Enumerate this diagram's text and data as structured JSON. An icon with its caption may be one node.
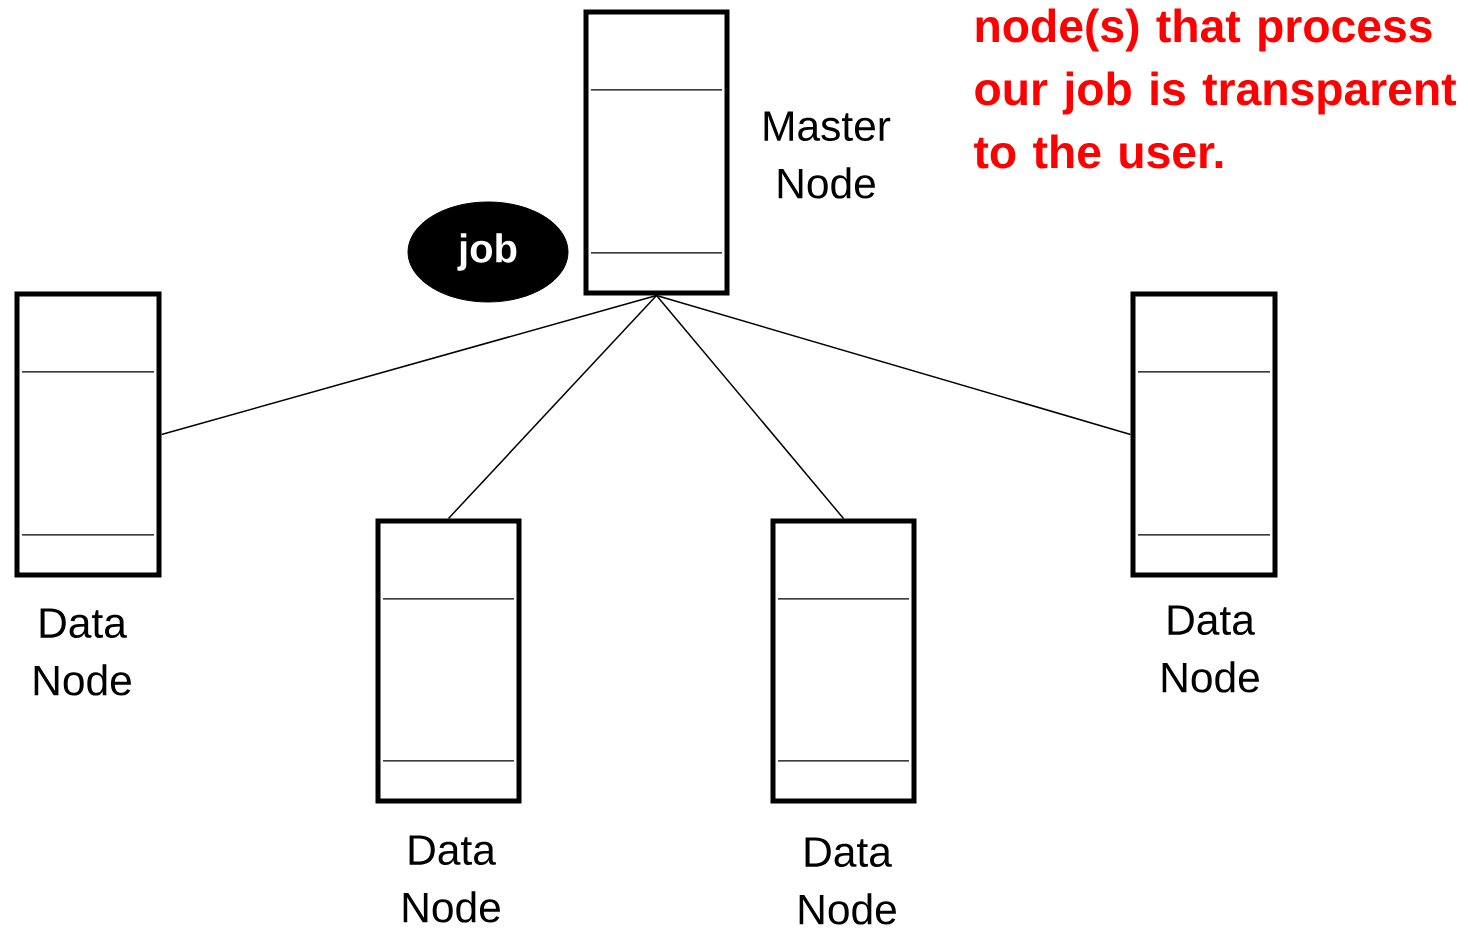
{
  "diagram": {
    "nodes": [
      {
        "text": [
          "Master Node"
        ]
      },
      {
        "text": [
          "job"
        ]
      },
      {
        "text": [
          "Data Node"
        ]
      },
      {
        "text": [
          "Data Node"
        ]
      },
      {
        "text": [
          "Data Node"
        ]
      },
      {
        "text": [
          "Data Node"
        ]
      }
    ],
    "edges": [
      {
        "from": 0,
        "to": 2,
        "arrow": "none"
      },
      {
        "from": 0,
        "to": 3,
        "arrow": "none"
      },
      {
        "from": 0,
        "to": 4,
        "arrow": "none"
      },
      {
        "from": 0,
        "to": 5,
        "arrow": "none"
      }
    ],
    "labels": [
      "node(s) that process our job is transparent to the user."
    ]
  }
}
